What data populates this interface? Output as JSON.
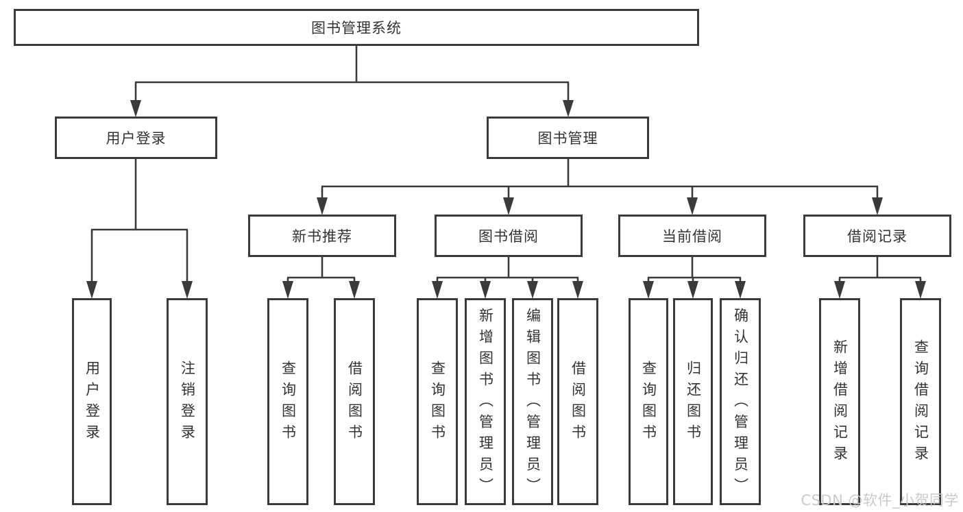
{
  "tree": {
    "root": "图书管理系统",
    "branches": [
      {
        "label": "用户登录",
        "leaves": [
          "用户登录",
          "注销登录"
        ]
      },
      {
        "label": "图书管理",
        "groups": [
          {
            "label": "新书推荐",
            "leaves": [
              "查询图书",
              "借阅图书"
            ]
          },
          {
            "label": "图书借阅",
            "leaves": [
              "查询图书",
              "新增图书（管理员）",
              "编辑图书（管理员）",
              "借阅图书"
            ]
          },
          {
            "label": "当前借阅",
            "leaves": [
              "查询图书",
              "归还图书",
              "确认归还（管理员）"
            ]
          },
          {
            "label": "借阅记录",
            "leaves": [
              "新增借阅记录",
              "查询借阅记录"
            ]
          }
        ]
      }
    ]
  },
  "watermark": "CSDN @软件_小贺同学",
  "colors": {
    "line": "#3a3a3a",
    "text": "#333333",
    "watermark": "#c8cbce",
    "background": "#ffffff"
  }
}
